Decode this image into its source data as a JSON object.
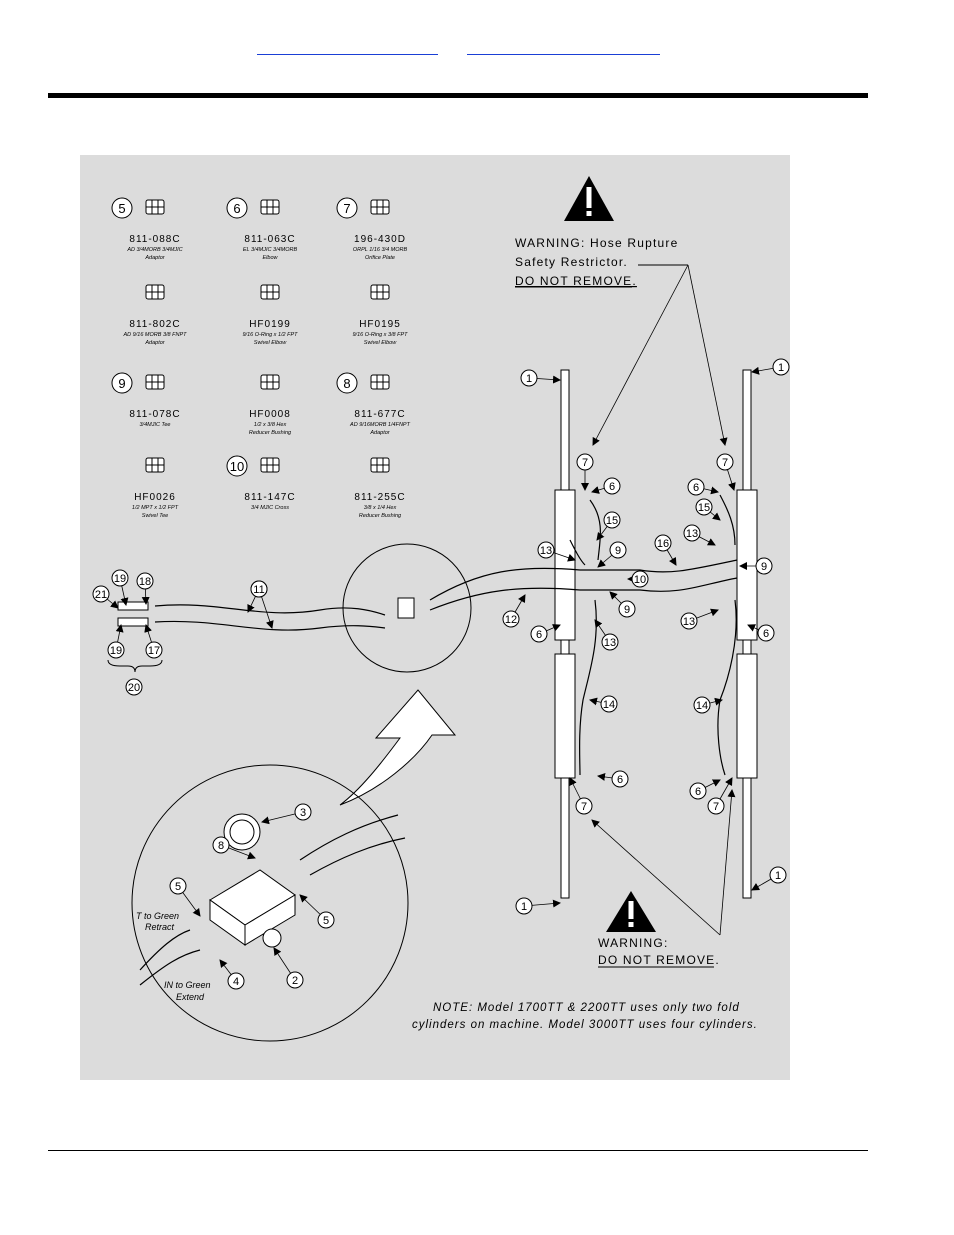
{
  "nav": {
    "link_left": "",
    "link_right": ""
  },
  "parts": [
    {
      "callout": "5",
      "part": "811-088C",
      "desc1": "AD 3/4MORB 3/4MJIC",
      "desc2": "Adaptor"
    },
    {
      "callout": "6",
      "part": "811-063C",
      "desc1": "EL 3/4MJIC 3/4MORB",
      "desc2": "Elbow"
    },
    {
      "callout": "7",
      "part": "196-430D",
      "desc1": "ORPL 1/16 3/4 MORB",
      "desc2": "Orifice Plate"
    },
    {
      "callout": "",
      "part": "811-802C",
      "desc1": "AD 9/16 MORB 3/8 FNPT",
      "desc2": "Adaptor"
    },
    {
      "callout": "",
      "part": "HF0199",
      "desc1": "9/16 O-Ring x 1/2 FPT",
      "desc2": "Swivel Elbow"
    },
    {
      "callout": "",
      "part": "HF0195",
      "desc1": "9/16 O-Ring x 3/8 FPT",
      "desc2": "Swivel Elbow"
    },
    {
      "callout": "9",
      "part": "811-078C",
      "desc1": "3/4MJIC Tee",
      "desc2": ""
    },
    {
      "callout": "",
      "part": "HF0008",
      "desc1": "1/2  x 3/8 Hex",
      "desc2": "Reducer Bushing"
    },
    {
      "callout": "8",
      "part": "811-677C",
      "desc1": "AD 9/16MORB 1/4FNPT",
      "desc2": "Adaptor"
    },
    {
      "callout": "",
      "part": "HF0026",
      "desc1": "1/2 MPT x 1/2 FPT",
      "desc2": "Swivel Tee"
    },
    {
      "callout": "10",
      "part": "811-147C",
      "desc1": "3/4 MJIC Cross",
      "desc2": ""
    },
    {
      "callout": "",
      "part": "811-255C",
      "desc1": "3/8 x 1/4 Hex",
      "desc2": "Reducer Bushing"
    }
  ],
  "warning_top": {
    "line1": "WARNING:  Hose  Rupture",
    "line2": "Safety  Restrictor.",
    "line3": "DO  NOT  REMOVE."
  },
  "warning_bottom": {
    "line1": "WARNING:",
    "line2": "DO  NOT  REMOVE."
  },
  "note": {
    "line1": "NOTE:   Model  1700TT  &  2200TT  uses  only  two  fold",
    "line2": "cylinders  on  machine.   Model  3000TT  uses  four  cylinders."
  },
  "detail_labels": {
    "t_line1": "T to Green",
    "t_line2": "Retract",
    "in_line1": "IN to Green",
    "in_line2": "Extend"
  },
  "callouts": {
    "c1": "1",
    "c2": "2",
    "c3": "3",
    "c4": "4",
    "c5": "5",
    "c6": "6",
    "c7": "7",
    "c8": "8",
    "c9": "9",
    "c10": "10",
    "c11": "11",
    "c12": "12",
    "c13": "13",
    "c14": "14",
    "c15": "15",
    "c16": "16",
    "c17": "17",
    "c18": "18",
    "c19": "19",
    "c20": "20",
    "c21": "21"
  }
}
